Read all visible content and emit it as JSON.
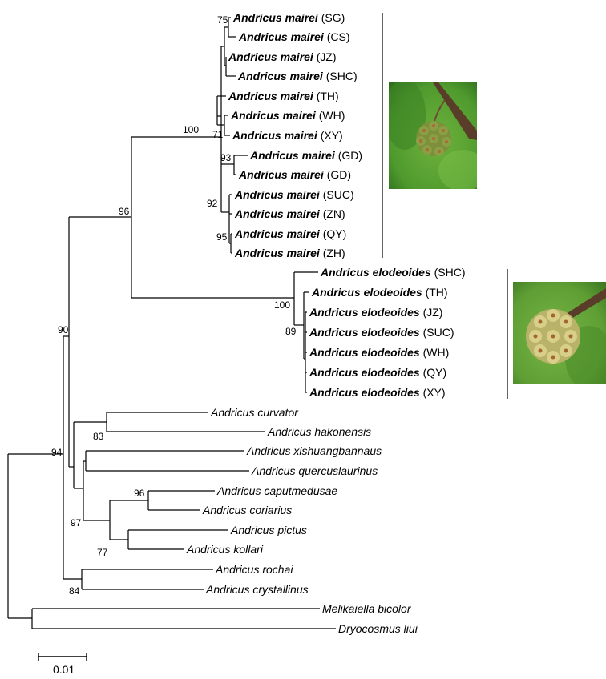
{
  "tips": [
    {
      "species": "Andricus mairei",
      "code": "(SG)",
      "bold": true
    },
    {
      "species": "Andricus mairei",
      "code": "(CS)",
      "bold": true
    },
    {
      "species": "Andricus mairei",
      "code": "(JZ)",
      "bold": true
    },
    {
      "species": "Andricus mairei",
      "code": "(SHC)",
      "bold": true
    },
    {
      "species": "Andricus mairei",
      "code": "(TH)",
      "bold": true
    },
    {
      "species": "Andricus mairei",
      "code": "(WH)",
      "bold": true
    },
    {
      "species": "Andricus mairei",
      "code": "(XY)",
      "bold": true
    },
    {
      "species": "Andricus mairei",
      "code": "(GD)",
      "bold": true
    },
    {
      "species": "Andricus mairei",
      "code": "(GD)",
      "bold": true
    },
    {
      "species": "Andricus mairei",
      "code": "(SUC)",
      "bold": true
    },
    {
      "species": "Andricus mairei",
      "code": "(ZN)",
      "bold": true
    },
    {
      "species": "Andricus mairei",
      "code": "(QY)",
      "bold": true
    },
    {
      "species": "Andricus mairei",
      "code": "(ZH)",
      "bold": true
    },
    {
      "species": "Andricus elodeoides",
      "code": "(SHC)",
      "bold": true
    },
    {
      "species": "Andricus elodeoides",
      "code": "(TH)",
      "bold": true
    },
    {
      "species": "Andricus elodeoides",
      "code": "(JZ)",
      "bold": true
    },
    {
      "species": "Andricus elodeoides",
      "code": "(SUC)",
      "bold": true
    },
    {
      "species": "Andricus elodeoides",
      "code": "(WH)",
      "bold": true
    },
    {
      "species": "Andricus elodeoides",
      "code": "(QY)",
      "bold": true
    },
    {
      "species": "Andricus elodeoides",
      "code": "(XY)",
      "bold": true
    },
    {
      "species": "Andricus curvator",
      "code": "",
      "bold": false
    },
    {
      "species": "Andricus hakonensis",
      "code": "",
      "bold": false
    },
    {
      "species": "Andricus xishuangbannaus",
      "code": "",
      "bold": false
    },
    {
      "species": "Andricus quercuslaurinus",
      "code": "",
      "bold": false
    },
    {
      "species": "Andricus caputmedusae",
      "code": "",
      "bold": false
    },
    {
      "species": "Andricus coriarius",
      "code": "",
      "bold": false
    },
    {
      "species": "Andricus pictus",
      "code": "",
      "bold": false
    },
    {
      "species": "Andricus kollari",
      "code": "",
      "bold": false
    },
    {
      "species": "Andricus rochai",
      "code": "",
      "bold": false
    },
    {
      "species": "Andricus crystallinus",
      "code": "",
      "bold": false
    },
    {
      "species": "Melikaiella bicolor",
      "code": "",
      "bold": false
    },
    {
      "species": "Dryocosmus liui",
      "code": "",
      "bold": false
    }
  ],
  "bootstrap": [
    "75",
    "71",
    "100",
    "93",
    "92",
    "95",
    "96",
    "100",
    "89",
    "90",
    "83",
    "96",
    "97",
    "77",
    "94",
    "84"
  ],
  "scale_bar": {
    "label": "0.01",
    "branch_length": 0.01
  },
  "photos": [
    {
      "subject": "gall-photo-andricus-mairei",
      "colors": {
        "background": "#4f9a2e",
        "gall": "#9aa64c",
        "branch": "#5a3d28"
      }
    },
    {
      "subject": "gall-photo-andricus-elodeoides",
      "colors": {
        "background": "#5e9e34",
        "gall": "#c9c07a",
        "branch": "#5a3d28"
      }
    }
  ]
}
